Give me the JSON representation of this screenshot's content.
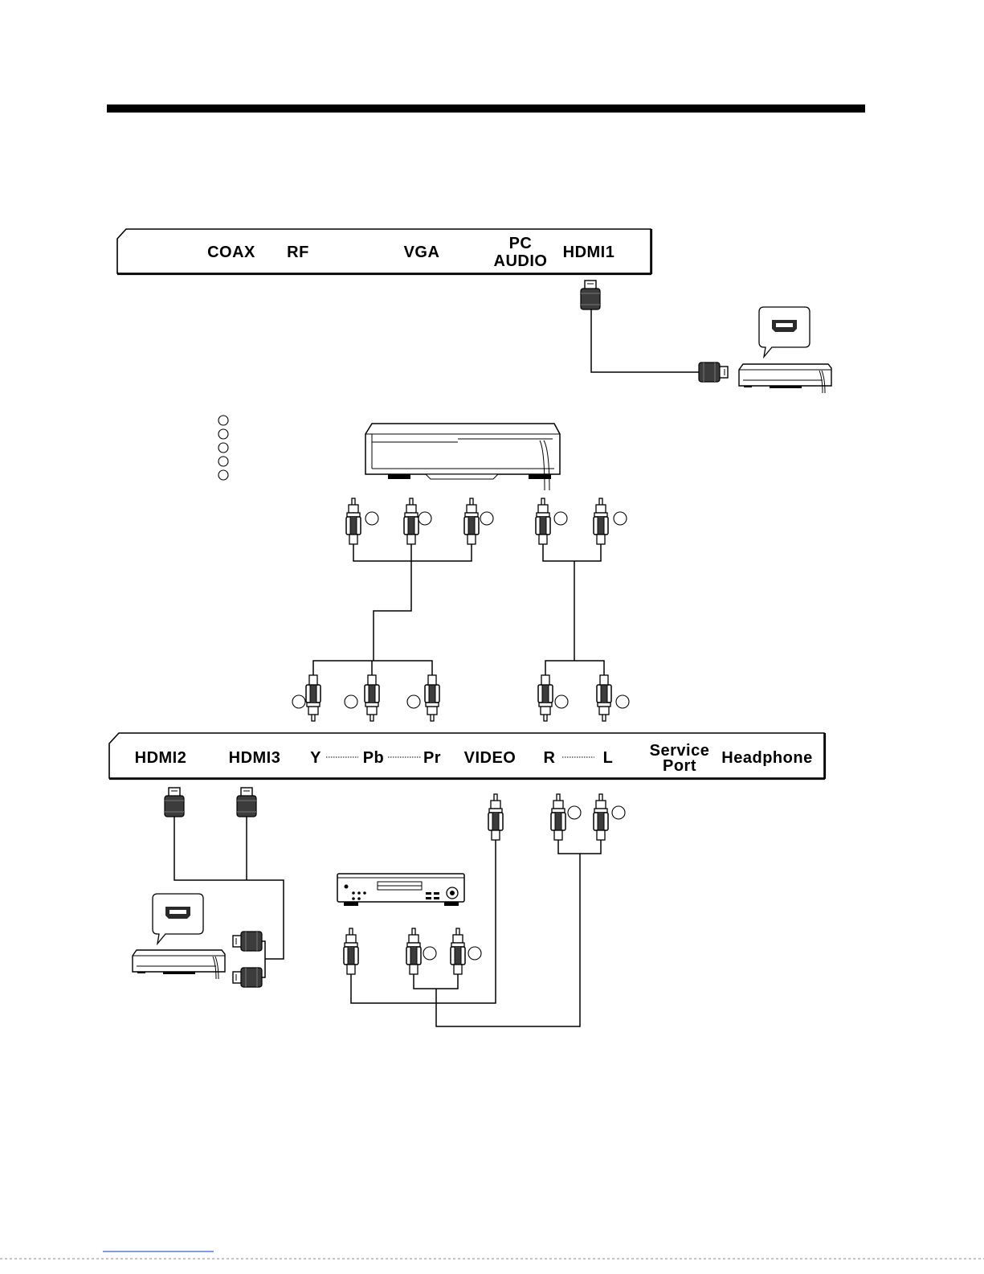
{
  "top_panel": {
    "coax": "COAX",
    "rf": "RF",
    "vga": "VGA",
    "pc_audio_line1": "PC",
    "pc_audio_line2": "AUDIO",
    "hdmi1": "HDMI1"
  },
  "bottom_panel": {
    "hdmi2": "HDMI2",
    "hdmi3": "HDMI3",
    "y": "Y",
    "pb": "Pb",
    "pr": "Pr",
    "video": "VIDEO",
    "r": "R",
    "l": "L",
    "service_port_line1": "Service",
    "service_port_line2": "Port",
    "headphone": "Headphone"
  },
  "colors": {
    "ink": "#000000",
    "connector_body": "#3c3c3c",
    "hdmi_port_icon": "#2a2a2a",
    "footer_rule": "#3b5bdb"
  },
  "icons": [
    "hdmi-plug-icon",
    "rca-plug-icon",
    "set-top-box-icon",
    "dvd-player-icon",
    "component-source-icon",
    "hdmi-port-callout-icon"
  ]
}
